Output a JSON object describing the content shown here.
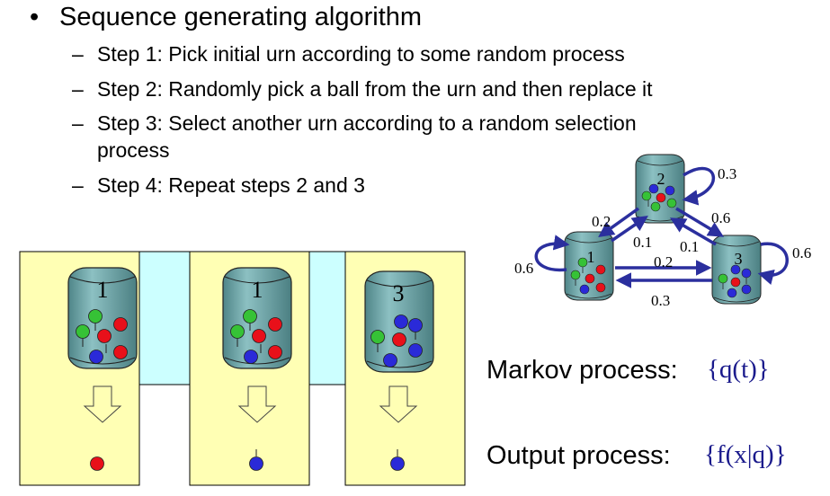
{
  "bullets": {
    "main": "Sequence generating algorithm",
    "bullet_symbol": "•",
    "dash_symbol": "–",
    "steps": [
      "Step 1: Pick initial urn according to some random process",
      "Step 2: Randomly pick a ball from the urn and then replace it",
      "Step 3: Select another urn according to a random selection",
      "process",
      "Step 4: Repeat steps 2 and 3"
    ]
  },
  "sequence": {
    "urns": [
      {
        "label": "1",
        "output_color": "#e8101a"
      },
      {
        "label": "1",
        "output_color": "#2a2ad8"
      },
      {
        "label": "3",
        "output_color": "#2a2ad8"
      }
    ]
  },
  "markov_diagram": {
    "states": [
      "1",
      "2",
      "3"
    ],
    "probabilities": {
      "self_1": "0.6",
      "self_2": "0.3",
      "self_3": "0.6",
      "from_2_to_1": "0.2",
      "from_2_to_3": "0.6",
      "from_1_to_2": "0.1",
      "from_3_to_2": "0.1",
      "from_1_to_3": "0.2",
      "from_3_to_1": "0.3"
    }
  },
  "processes": {
    "markov_label": "Markov process:",
    "markov_symbol": "{q(t)}",
    "output_label": "Output process:",
    "output_symbol": "{f(x|q)}"
  },
  "colors": {
    "panel_yellow": "#ffffb4",
    "strip_cyan": "#ccffff",
    "urn_fill": "#6fa5a8",
    "ball_red": "#e8101a",
    "ball_blue": "#2a2ad8",
    "ball_green": "#36c236",
    "arrow_navy": "#2b2f9e"
  }
}
